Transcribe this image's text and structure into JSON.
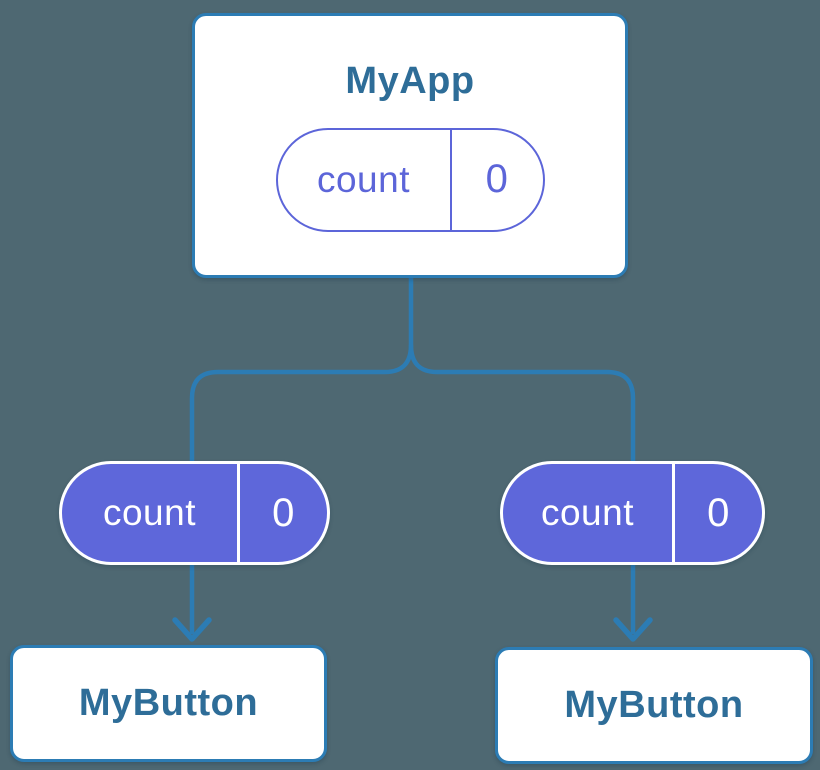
{
  "diagram": {
    "description": "React component tree showing state lifted to parent and passed as props",
    "root": {
      "title": "MyApp",
      "state": {
        "name": "count",
        "value": "0"
      }
    },
    "children": [
      {
        "title": "MyButton",
        "prop": {
          "name": "count",
          "value": "0"
        }
      },
      {
        "title": "MyButton",
        "prop": {
          "name": "count",
          "value": "0"
        }
      }
    ],
    "colors": {
      "background": "#4E6872",
      "connector_blue": "#2C7CB4",
      "node_border_blue": "#2C7CB4",
      "node_title_blue": "#2E6D98",
      "state_purple": "#5C65D9",
      "pill_fill_purple": "#5E67DA",
      "node_background": "#FFFFFF",
      "pill_text_on_purple": "#FFFFFF"
    }
  }
}
